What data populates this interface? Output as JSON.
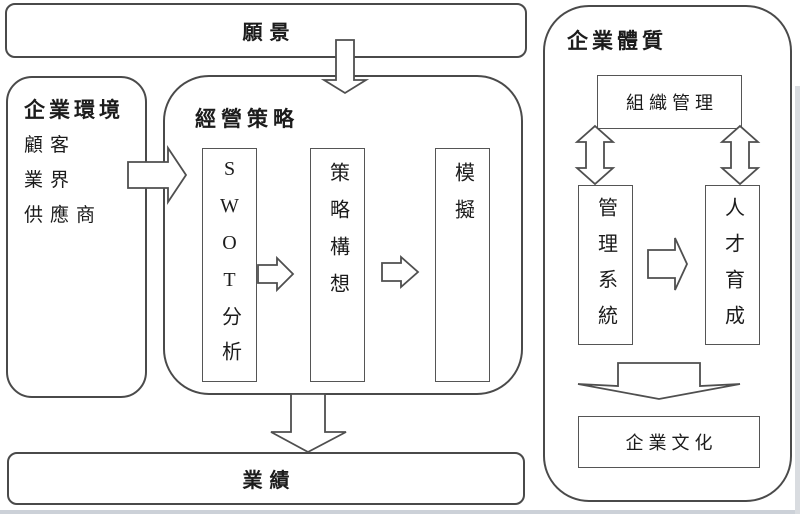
{
  "colors": {
    "stroke": "#4a4a4a",
    "inner_stroke": "#555555",
    "text": "#1c1c1c",
    "background": "#ffffff",
    "page_edge": "#ccd1d8"
  },
  "vision": {
    "label": "願景"
  },
  "environment": {
    "title": "企業環境",
    "items": {
      "customers": "顧客",
      "industry": "業界",
      "suppliers": "供應商"
    }
  },
  "strategy": {
    "title": "經營策略",
    "swot": "SWOT分析",
    "concept": "策略構想",
    "simulation": "模擬"
  },
  "performance": {
    "label": "業績"
  },
  "constitution": {
    "title": "企業體質",
    "organization": "組織管理",
    "management_system": "管理系統",
    "talent_development": "人才育成",
    "culture": "企業文化"
  },
  "arrows": {
    "vision_to_strategy": "down-arrow",
    "environment_to_strategy": "right-arrow",
    "swot_to_concept": "right-arrow",
    "concept_to_simulation": "right-arrow",
    "strategy_to_performance": "down-arrow",
    "org_to_system": "double-vertical-arrow",
    "org_to_talent": "double-vertical-arrow",
    "system_to_talent": "right-arrow",
    "to_culture": "wide-down-arrow"
  }
}
